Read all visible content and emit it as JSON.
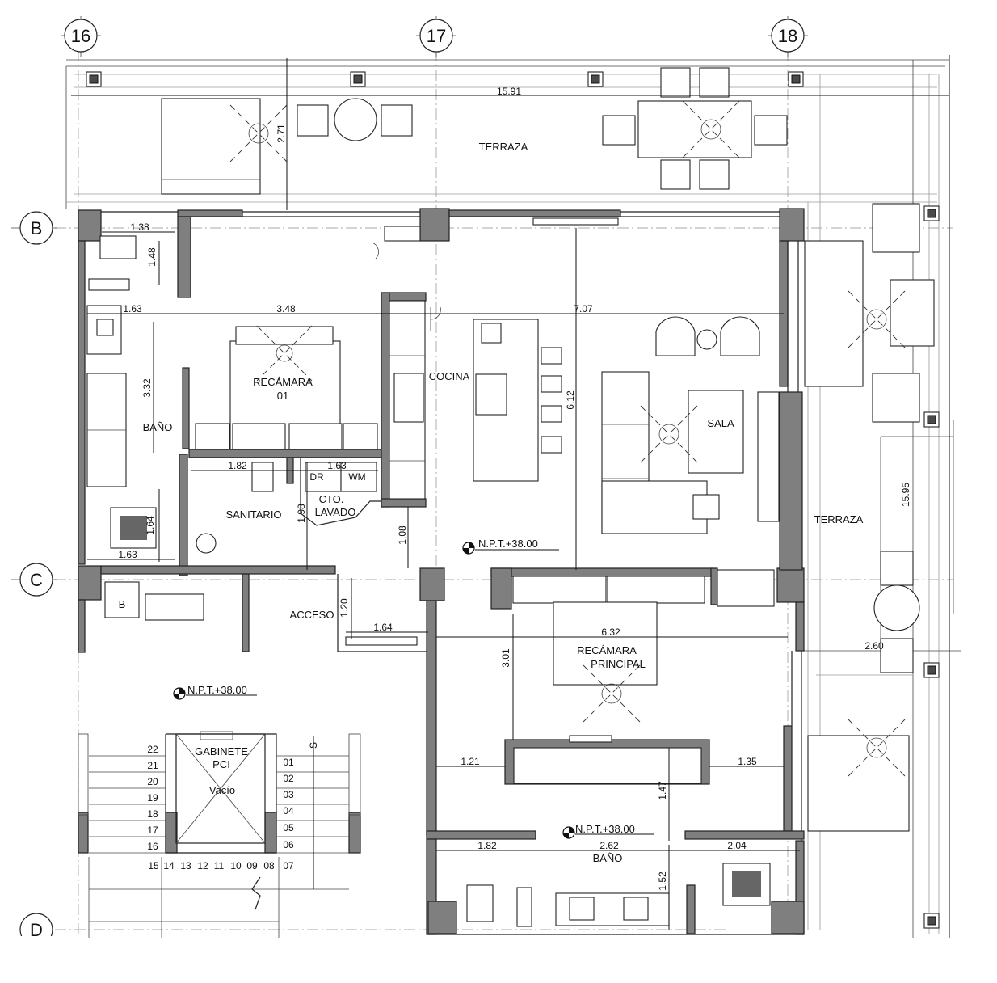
{
  "grid": {
    "columns": [
      "16",
      "17",
      "18"
    ],
    "rows": [
      "B",
      "C",
      "D"
    ]
  },
  "rooms": {
    "terraza_top": "TERRAZA",
    "terraza_right": "TERRAZA",
    "recamara01_line1": "RECÁMARA",
    "recamara01_line2": "01",
    "cocina": "COCINA",
    "sala": "SALA",
    "bano_left": "BAÑO",
    "sanitario": "SANITARIO",
    "cto_lavado_line1": "CTO.",
    "cto_lavado_line2": "LAVADO",
    "dr": "DR",
    "wm": "WM",
    "acceso": "ACCESO",
    "b_box": "B",
    "recamara_principal_line1": "RECÁMARA",
    "recamara_principal_line2": "PRINCIPAL",
    "bano_bottom": "BAÑO",
    "gabinete_line1": "GABINETE",
    "gabinete_line2": "PCI",
    "vacio": "Vacío"
  },
  "levels": {
    "main": "N.P.T.+38.00",
    "stair": "N.P.T.+38.00",
    "bath": "N.P.T.+38.00"
  },
  "dimensions": {
    "d1591": "15.91",
    "d271": "2.71",
    "d138": "1.38",
    "d148": "1.48",
    "d163a": "1.63",
    "d348": "3.48",
    "d707": "7.07",
    "d332": "3.32",
    "d612": "6.12",
    "d182a": "1.82",
    "d163b": "1.63",
    "d198": "1.98",
    "d164a": "1.64",
    "d163c": "1.63",
    "d108": "1.08",
    "d1595": "15.95",
    "d120": "1.20",
    "d164b": "1.64",
    "d632": "6.32",
    "d301": "3.01",
    "d260": "2.60",
    "d121": "1.21",
    "d135": "1.35",
    "d147": "1.47",
    "d182b": "1.82",
    "d262": "2.62",
    "d204": "2.04",
    "d152": "1.52"
  },
  "stairs": {
    "left_steps": [
      "22",
      "21",
      "20",
      "19",
      "18",
      "17",
      "16"
    ],
    "right_steps": [
      "01",
      "02",
      "03",
      "04",
      "05",
      "06",
      "07"
    ],
    "bottom_steps": [
      "15",
      "14",
      "13",
      "12",
      "11",
      "10",
      "09",
      "08"
    ],
    "up_mark": "S"
  }
}
